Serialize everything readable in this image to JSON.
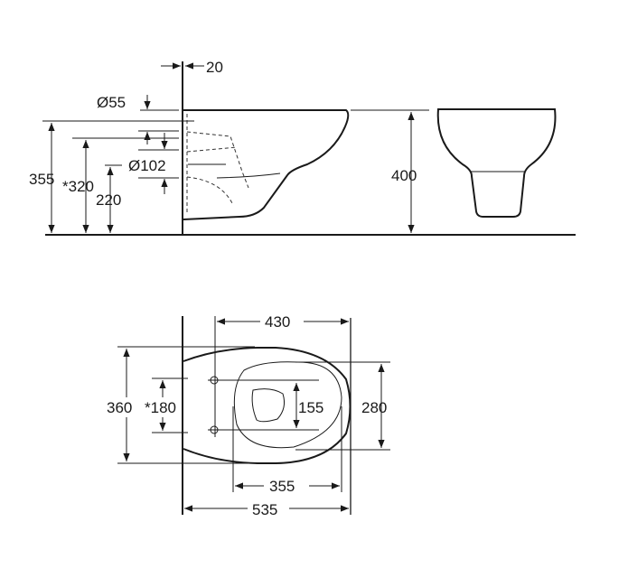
{
  "side_view": {
    "wall_offset": "20",
    "drain_diameter": "Ø55",
    "height_total": "355",
    "height_inlet": "*320",
    "height_outlet": "220",
    "outlet_diameter": "Ø102",
    "rim_height": "400"
  },
  "plan_view": {
    "length_bowl": "430",
    "width_total": "360",
    "bolt_spacing": "*180",
    "opening_width": "155",
    "seat_width": "280",
    "seat_length": "355",
    "length_total": "535"
  }
}
